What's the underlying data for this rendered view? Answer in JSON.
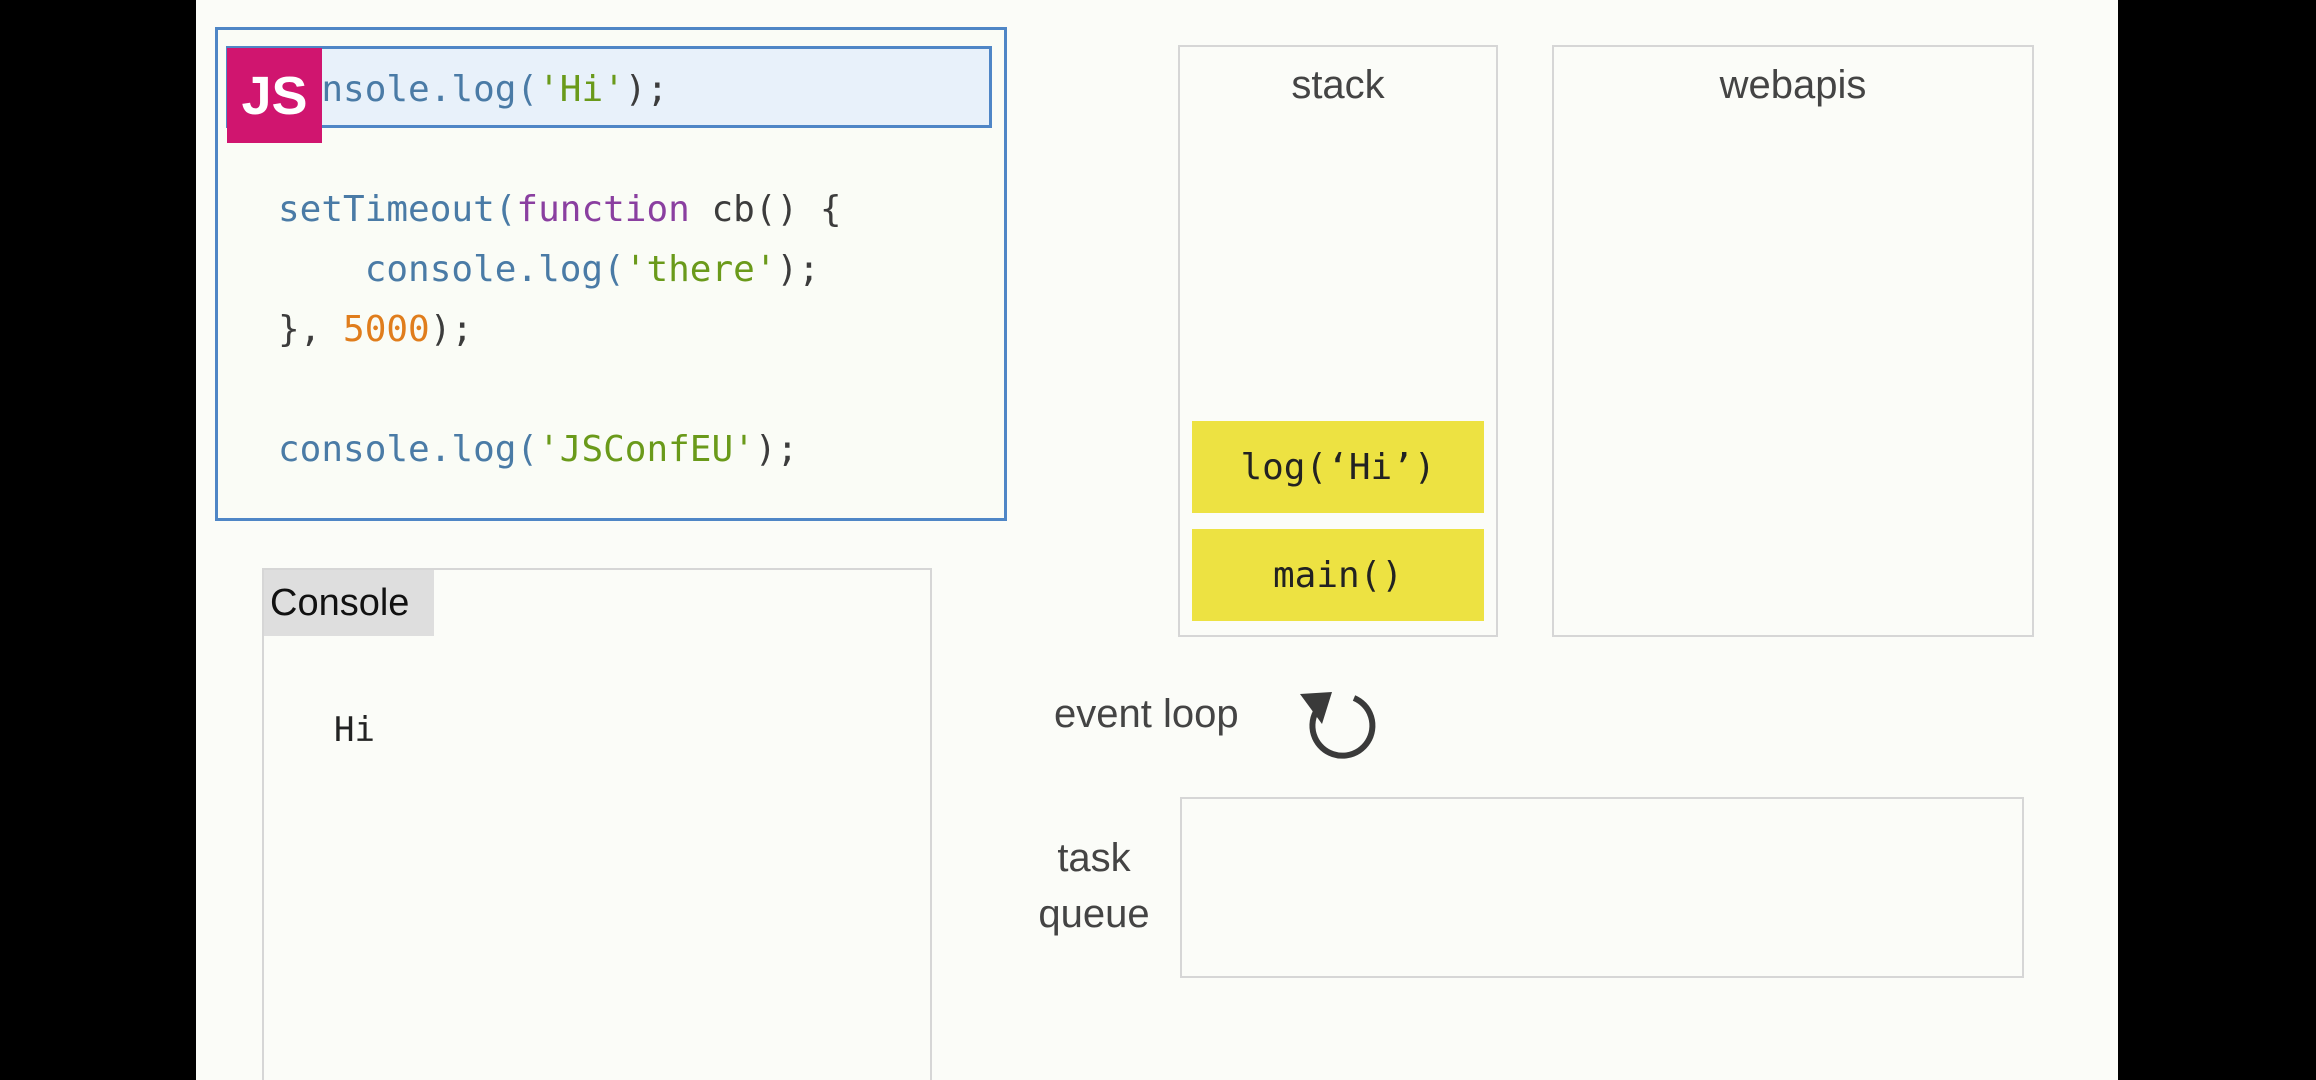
{
  "code": {
    "badge": "JS",
    "lines": [
      {
        "parts": [
          {
            "t": "console.log(",
            "c": "blue"
          },
          {
            "t": "'Hi'",
            "c": "green"
          },
          {
            "t": ");",
            "c": "dark"
          }
        ]
      },
      {
        "parts": [
          {
            "t": "setTimeout(",
            "c": "blue"
          },
          {
            "t": "function",
            "c": "purple"
          },
          {
            "t": " cb() {",
            "c": "dark"
          }
        ]
      },
      {
        "parts": [
          {
            "t": "    console.log(",
            "c": "blue"
          },
          {
            "t": "'there'",
            "c": "green"
          },
          {
            "t": ");",
            "c": "dark"
          }
        ]
      },
      {
        "parts": [
          {
            "t": "}, ",
            "c": "dark"
          },
          {
            "t": "5000",
            "c": "orange"
          },
          {
            "t": ");",
            "c": "dark"
          }
        ]
      },
      {
        "parts": [
          {
            "t": "console.log(",
            "c": "blue"
          },
          {
            "t": "'JSConfEU'",
            "c": "green"
          },
          {
            "t": ");",
            "c": "dark"
          }
        ]
      }
    ]
  },
  "console": {
    "title": "Console",
    "output": "Hi"
  },
  "stack": {
    "title": "stack",
    "frames": [
      "log(‘Hi’)",
      "main()"
    ]
  },
  "webapis": {
    "title": "webapis"
  },
  "event_loop": {
    "label": "event loop",
    "icon": "refresh-icon"
  },
  "task_queue": {
    "label_line1": "task",
    "label_line2": "queue"
  },
  "colors": {
    "badge": "#d0156f",
    "frame": "#ede242",
    "highlight_border": "#4f86c6"
  }
}
